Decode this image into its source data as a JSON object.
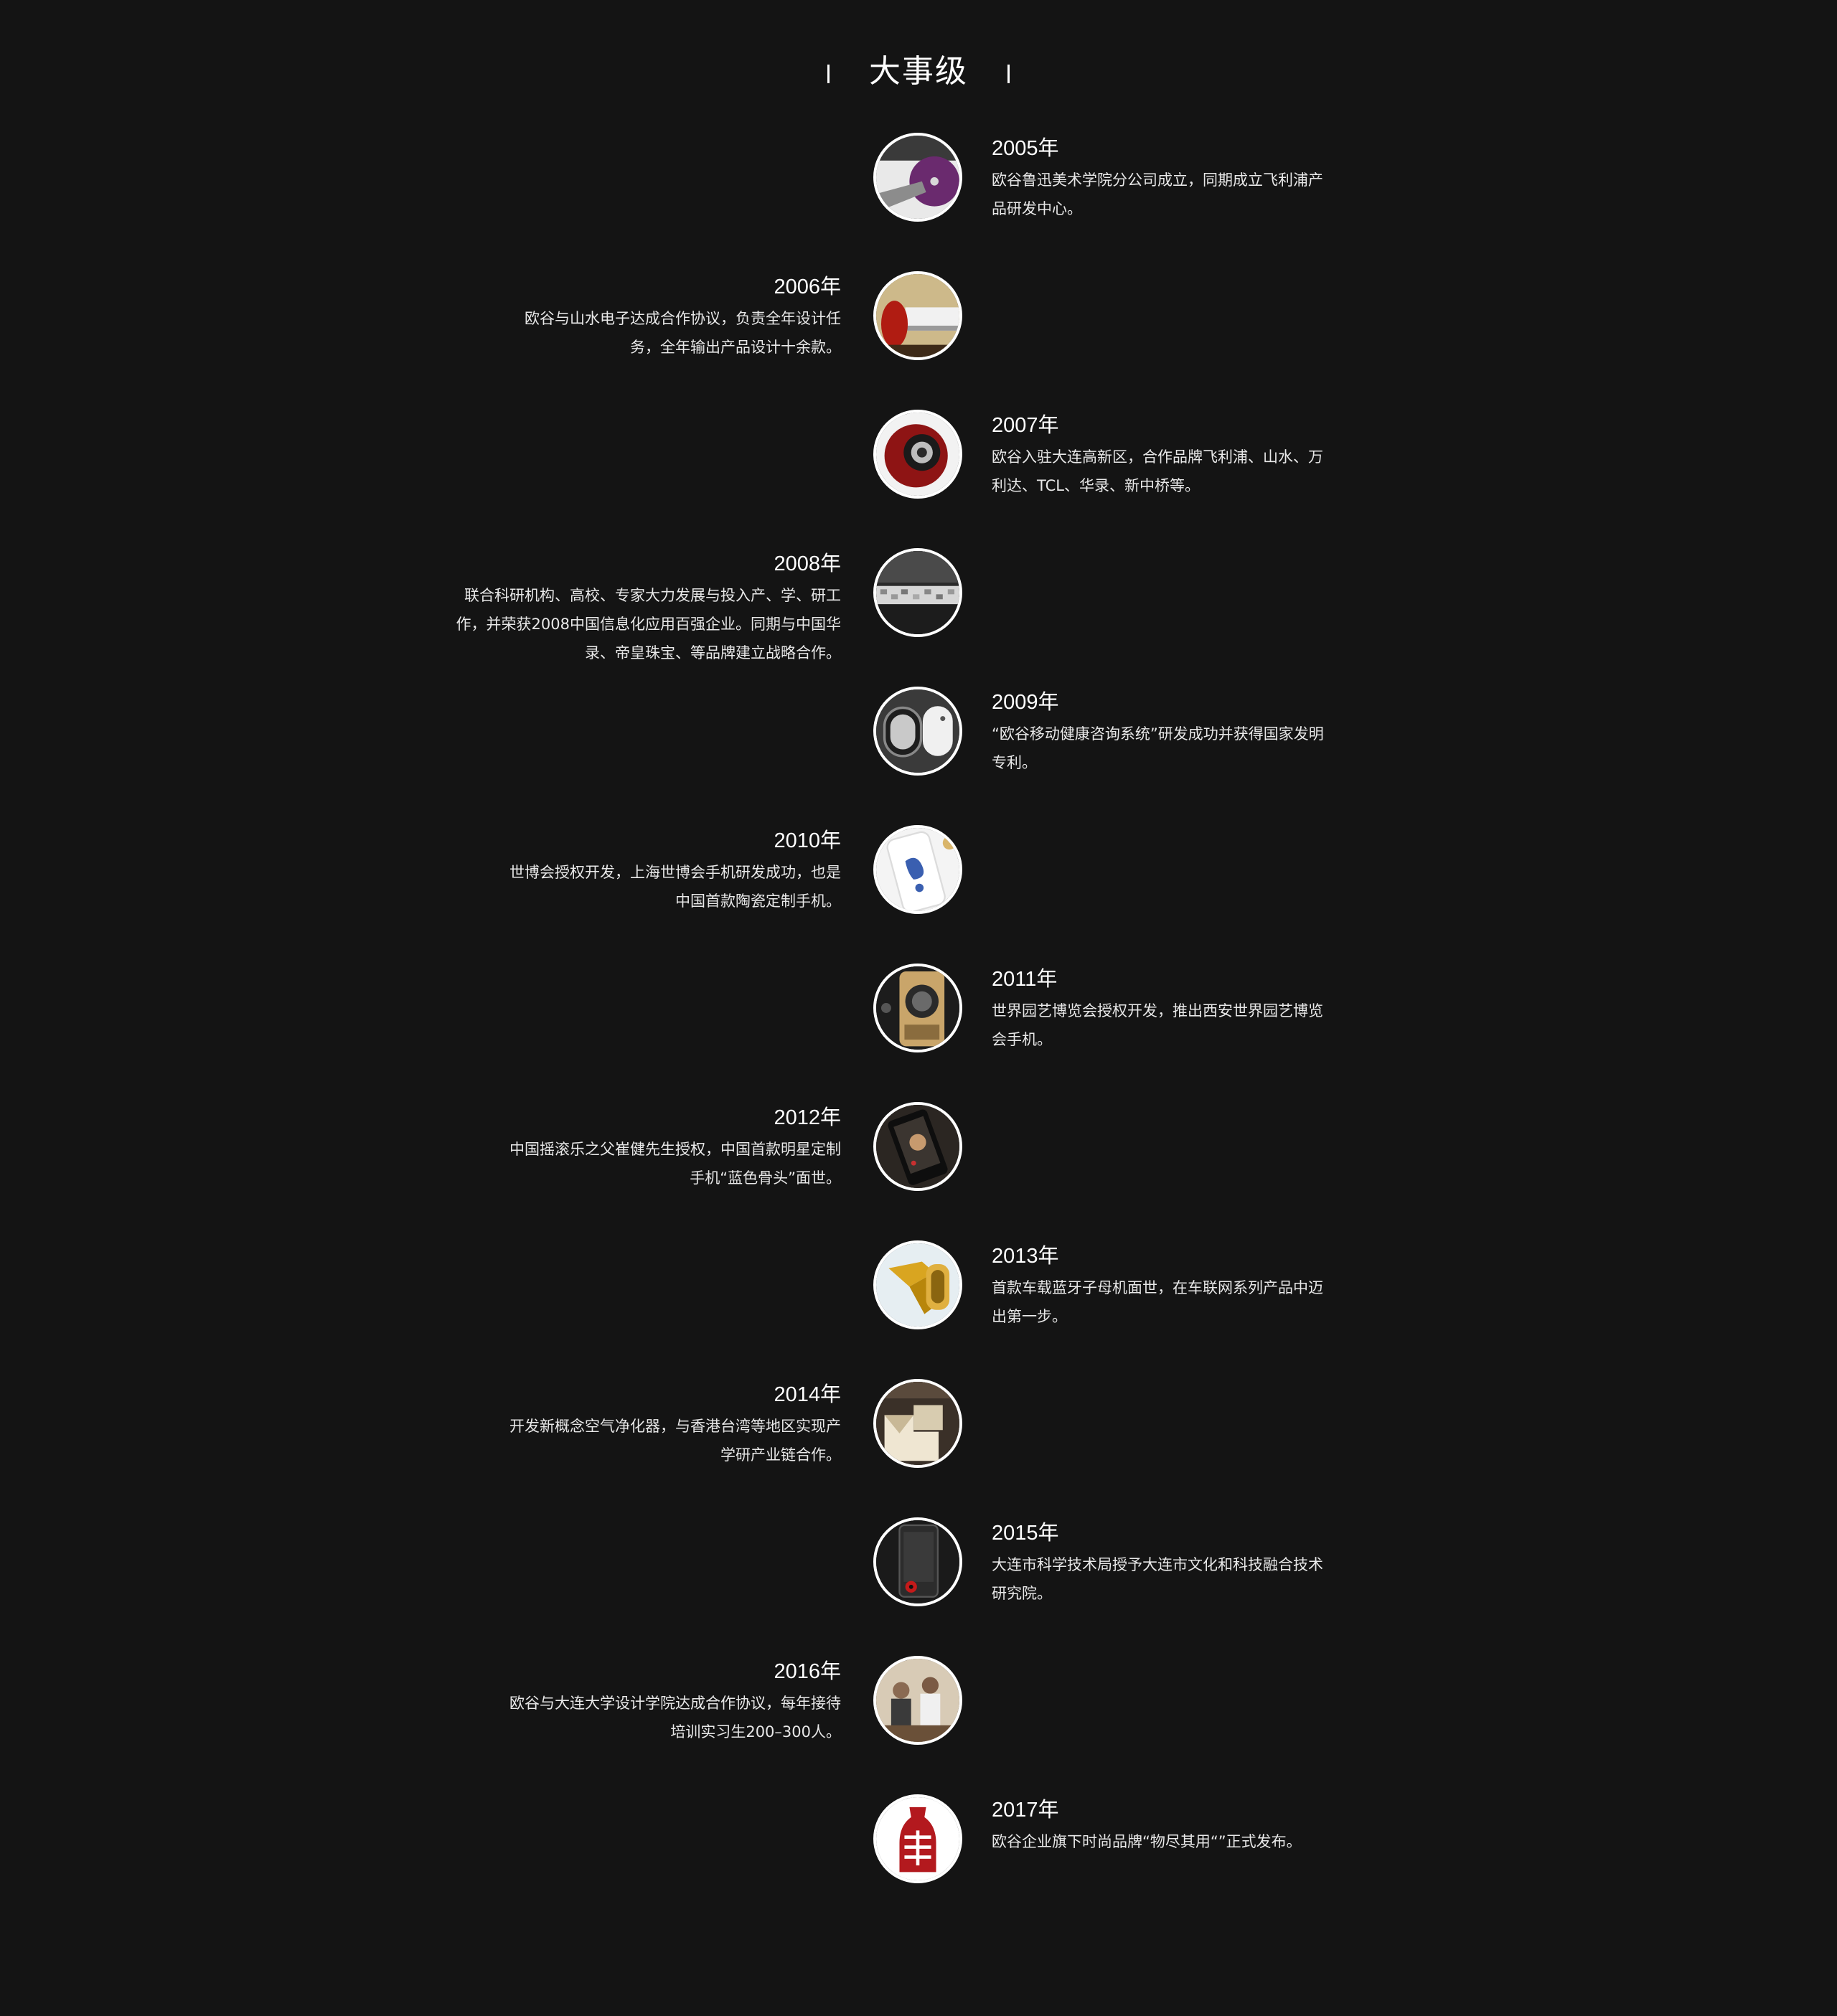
{
  "header": {
    "title": "大事级"
  },
  "timeline": [
    {
      "year": "2005年",
      "desc": "欧谷鲁迅美术学院分公司成立，同期成立飞利浦产品研发中心。",
      "image": "cd-player-icon"
    },
    {
      "year": "2006年",
      "desc": "欧谷与山水电子达成合作协议，负责全年设计任务，全年输出产品设计十余款。",
      "image": "audio-device-icon"
    },
    {
      "year": "2007年",
      "desc": "欧谷入驻大连高新区，合作品牌飞利浦、山水、万利达、TCL、华录、新中桥等。",
      "image": "speaker-icon"
    },
    {
      "year": "2008年",
      "desc": "联合科研机构、高校、专家大力发展与投入产、学、研工作，并荣获2008中国信息化应用百强企业。同期与中国华录、帝皇珠宝、等品牌建立战略合作。",
      "image": "panel-device-icon"
    },
    {
      "year": "2009年",
      "desc": "“欧谷移动健康咨询系统”研发成功并获得国家发明专利。",
      "image": "health-device-icon"
    },
    {
      "year": "2010年",
      "desc": "世博会授权开发，上海世博会手机研发成功，也是中国首款陶瓷定制手机。",
      "image": "ceramic-phone-icon"
    },
    {
      "year": "2011年",
      "desc": "世界园艺博览会授权开发，推出西安世界园艺博览会手机。",
      "image": "gold-phone-icon"
    },
    {
      "year": "2012年",
      "desc": "中国摇滚乐之父崔健先生授权，中国首款明星定制手机“蓝色骨头”面世。",
      "image": "star-phone-icon"
    },
    {
      "year": "2013年",
      "desc": "首款车载蓝牙子母机面世，在车联网系列产品中迈出第一步。",
      "image": "bluetooth-device-icon"
    },
    {
      "year": "2014年",
      "desc": "开发新概念空气净化器，与香港台湾等地区实现产学研产业链合作。",
      "image": "air-purifier-icon"
    },
    {
      "year": "2015年",
      "desc": "大连市科学技术局授予大连市文化和科技融合技术研究院。",
      "image": "smartphone-icon"
    },
    {
      "year": "2016年",
      "desc": "欧谷与大连大学设计学院达成合作协议，每年接待培训实习生200–300人。",
      "image": "people-photo-icon"
    },
    {
      "year": "2017年",
      "desc": "欧谷企业旗下时尚品牌“物尽其用“”正式发布。",
      "image": "brand-logo-icon"
    }
  ]
}
